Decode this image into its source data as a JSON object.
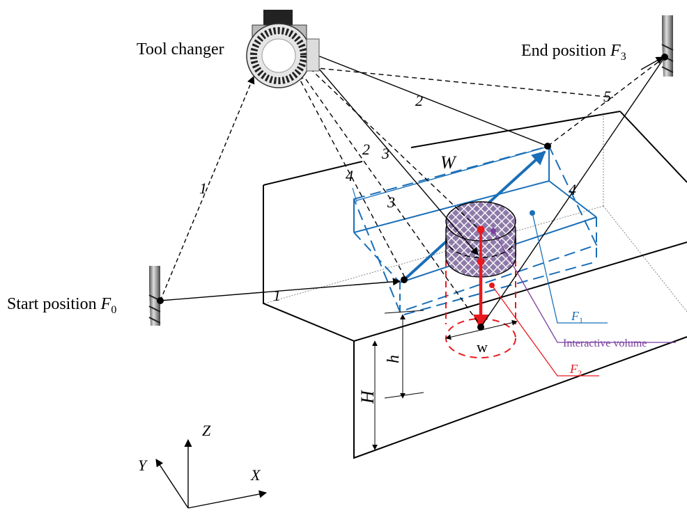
{
  "labels": {
    "tool_changer": "Tool changer",
    "end_position": "End position ",
    "end_position_symbol": "F",
    "end_position_sub": "3",
    "start_position": "Start position ",
    "start_position_symbol": "F",
    "start_position_sub": "0",
    "f1_symbol": "F",
    "f1_sub": "1",
    "f2_symbol": "F",
    "f2_sub": "2",
    "interactive_volume": "Interactive volume",
    "W": "W",
    "w": "w",
    "h": "h",
    "H": "H",
    "axis_x": "X",
    "axis_y": "Y",
    "axis_z": "Z"
  },
  "path_numbers": {
    "n1_left": "1",
    "n1_bottom": "1",
    "n2_top": "2",
    "n2_mid": "2",
    "n3_mid": "3",
    "n3_low": "3",
    "n4_left": "4",
    "n4_right": "4",
    "n5": "5"
  },
  "colors": {
    "blue": "#1a6fb8",
    "red": "#e8191e",
    "purple": "#7a3fa0",
    "interactive_fill": "#8e7aa8",
    "black": "#000000"
  },
  "icons": {
    "tool_changer": "tool-changer-icon",
    "start_tool": "end-mill-icon",
    "end_tool": "end-mill-icon"
  }
}
